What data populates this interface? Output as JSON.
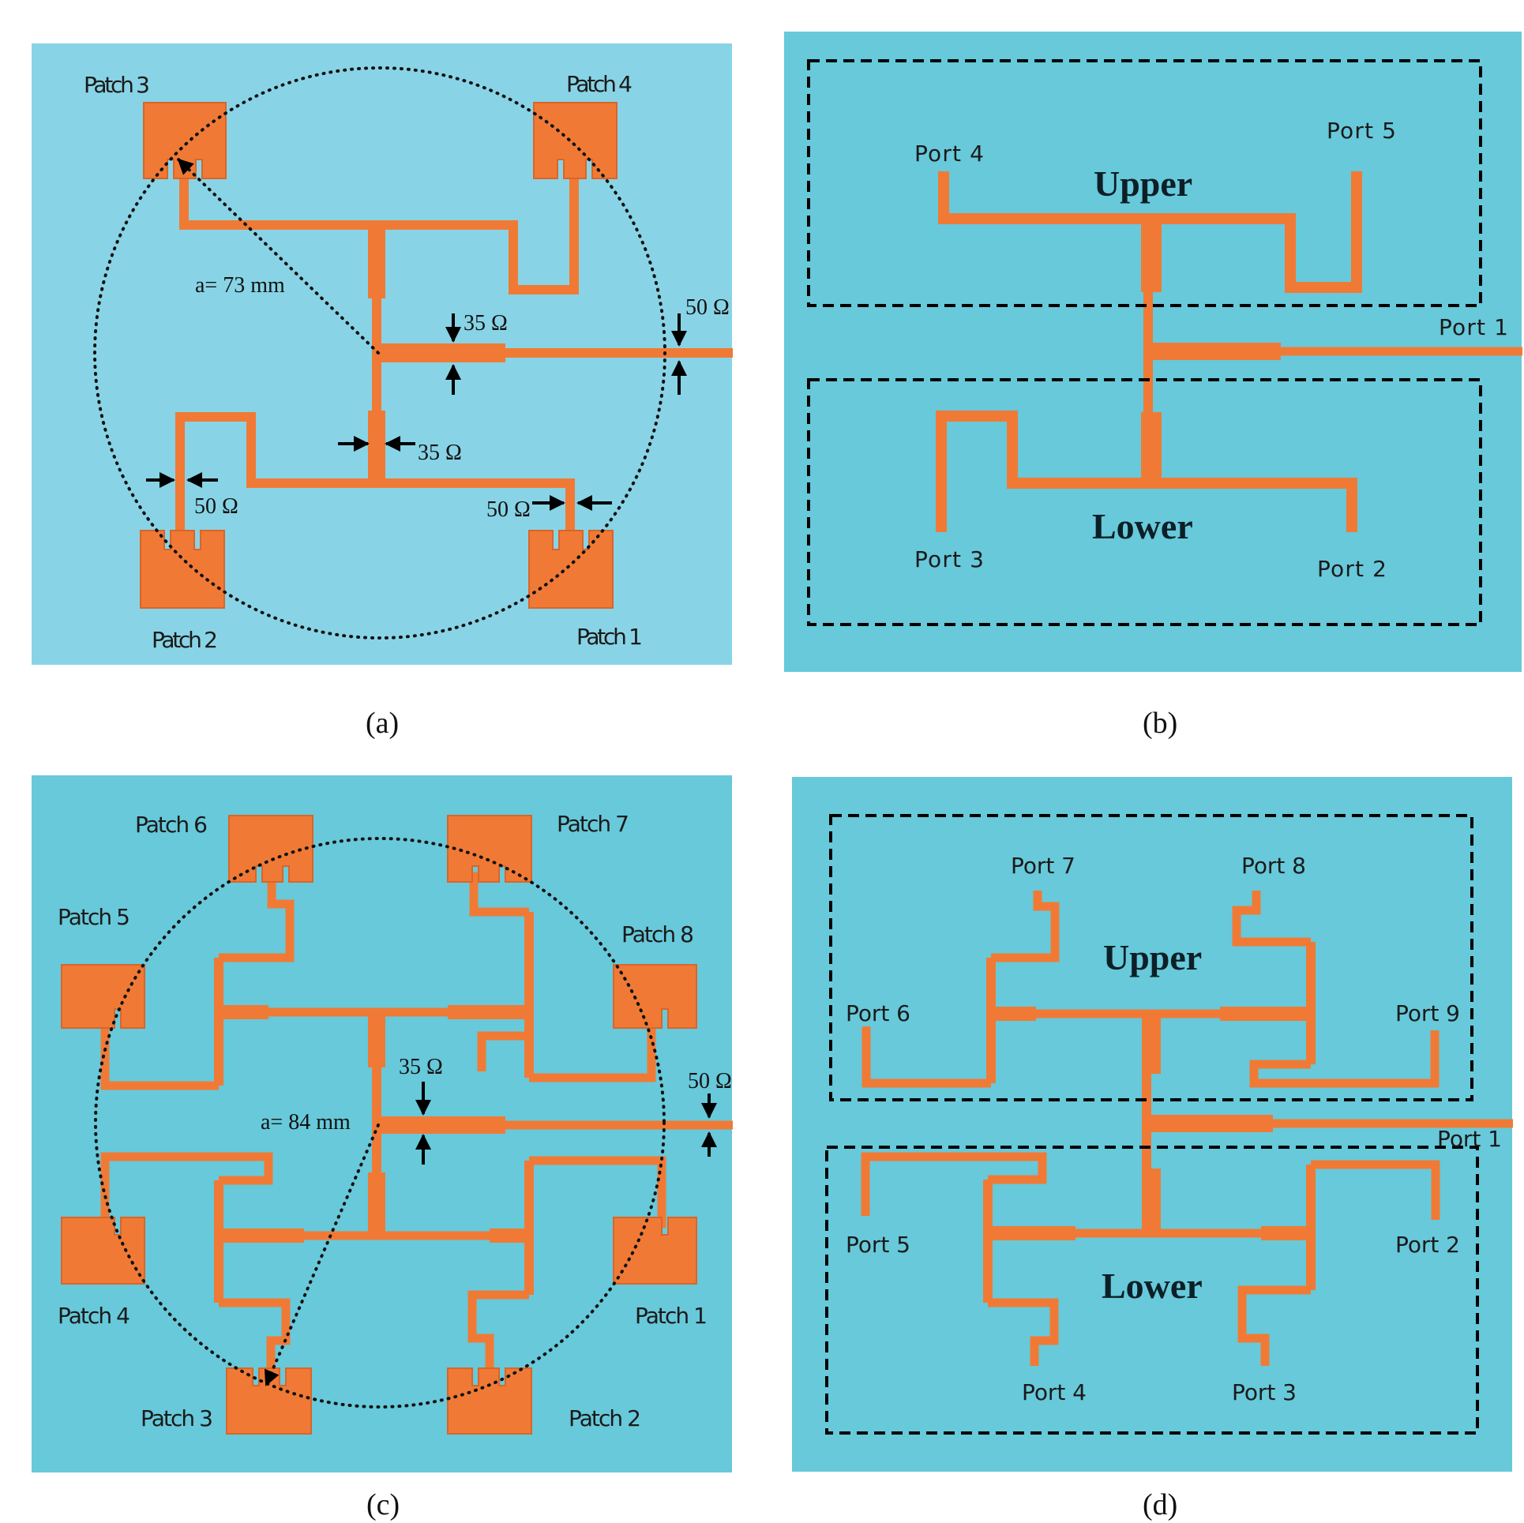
{
  "colors": {
    "substrate_a": "#88d4e6",
    "substrate": "#67c9da",
    "copper": "#f07a35",
    "copper_edge": "#d9652a"
  },
  "panel_a": {
    "caption": "(a)",
    "patch1": "Patch 1",
    "patch2": "Patch 2",
    "patch3": "Patch 3",
    "patch4": "Patch 4",
    "radius": "a= 73 mm",
    "imp_35_main": "35 Ω",
    "imp_35_vert": "35 Ω",
    "imp_50_feed": "50 Ω",
    "imp_50_left": "50 Ω",
    "imp_50_right": "50 Ω"
  },
  "panel_b": {
    "caption": "(b)",
    "upper": "Upper",
    "lower": "Lower",
    "port1": "Port 1",
    "port2": "Port 2",
    "port3": "Port 3",
    "port4": "Port 4",
    "port5": "Port 5"
  },
  "panel_c": {
    "caption": "(c)",
    "patch1": "Patch 1",
    "patch2": "Patch 2",
    "patch3": "Patch 3",
    "patch4": "Patch 4",
    "patch5": "Patch 5",
    "patch6": "Patch 6",
    "patch7": "Patch 7",
    "patch8": "Patch 8",
    "radius": "a= 84 mm",
    "imp_35": "35 Ω",
    "imp_50": "50 Ω"
  },
  "panel_d": {
    "caption": "(d)",
    "upper": "Upper",
    "lower": "Lower",
    "port1": "Port 1",
    "port2": "Port 2",
    "port3": "Port 3",
    "port4": "Port 4",
    "port5": "Port 5",
    "port6": "Port 6",
    "port7": "Port 7",
    "port8": "Port 8",
    "port9": "Port 9"
  }
}
